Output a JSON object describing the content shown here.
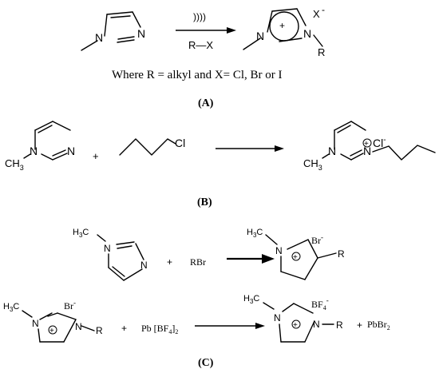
{
  "panels": {
    "A": {
      "label": "(A)",
      "sonication": "))))",
      "reagent": "R—X",
      "reactant_atoms": {
        "n1": "N",
        "n3": "N"
      },
      "product_atoms": {
        "n1": "N",
        "n3": "N",
        "r": "R",
        "x": "X",
        "x_charge": "-",
        "plus": "+"
      },
      "caption": "Where R = alkyl and X= Cl, Br or I"
    },
    "B": {
      "label": "(B)",
      "reactant_atoms": {
        "ch3": "CH",
        "ch3_sub": "3",
        "n1": "N",
        "n3": "N"
      },
      "plus_sign": "+",
      "chloride_atom": "Cl",
      "product_atoms": {
        "ch3": "CH",
        "ch3_sub": "3",
        "n1": "N",
        "n3": "N",
        "plus": "+",
        "cl": "Cl",
        "cl_charge": "-"
      }
    },
    "C": {
      "label": "(C)",
      "row1": {
        "reactant": {
          "h3c": "H",
          "h3c_sub": "3",
          "h3c_c": "C",
          "n1": "N",
          "n3": "N"
        },
        "plus_sign": "+",
        "reagent": "RBr",
        "product": {
          "h3c": "H",
          "h3c_sub": "3",
          "h3c_c": "C",
          "n": "N",
          "br": "Br",
          "br_charge": "-",
          "plus": "+",
          "r": "R"
        }
      },
      "row2": {
        "reactant": {
          "h3c": "H",
          "h3c_sub": "3",
          "h3c_c": "C",
          "n1": "N",
          "n3": "N",
          "br": "Br",
          "br_charge": "-",
          "plus": "+",
          "r": "R"
        },
        "plus_sign_1": "+",
        "reagent": "Pb [BF",
        "reagent_sub": "4",
        "reagent_close": "]",
        "reagent_sub2": "2",
        "product": {
          "h3c": "H",
          "h3c_sub": "3",
          "h3c_c": "C",
          "n1": "N",
          "n3": "N",
          "bf": "BF",
          "bf_sub": "4",
          "bf_charge": "-",
          "plus": "+",
          "r": "R"
        },
        "plus_sign_2": "+",
        "byproduct": "PbBr",
        "byproduct_sub": "2"
      }
    }
  }
}
